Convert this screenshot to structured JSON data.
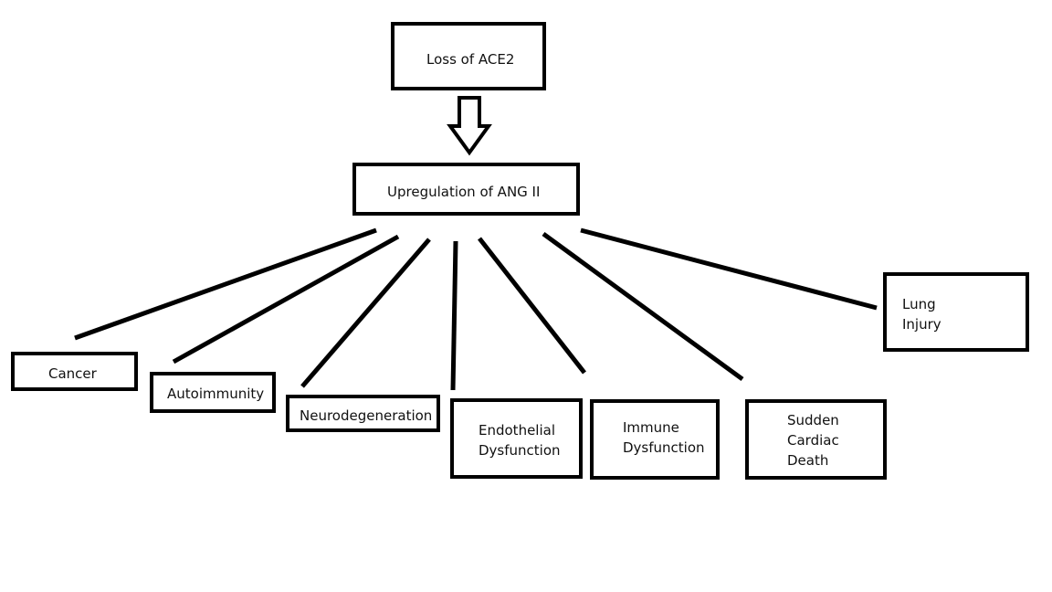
{
  "nodes": {
    "root": "Loss of ACE2",
    "ang": "Upregulation of ANG II",
    "cancer": "Cancer",
    "autoimmunity": "Autoimmunity",
    "neuro": "Neurodegeneration",
    "endo": [
      "Endothelial",
      "Dysfunction"
    ],
    "immune": [
      "Immune",
      "Dysfunction"
    ],
    "scd": [
      "Sudden",
      "Cardiac",
      "Death"
    ],
    "lung": [
      "Lung",
      "Injury"
    ]
  }
}
